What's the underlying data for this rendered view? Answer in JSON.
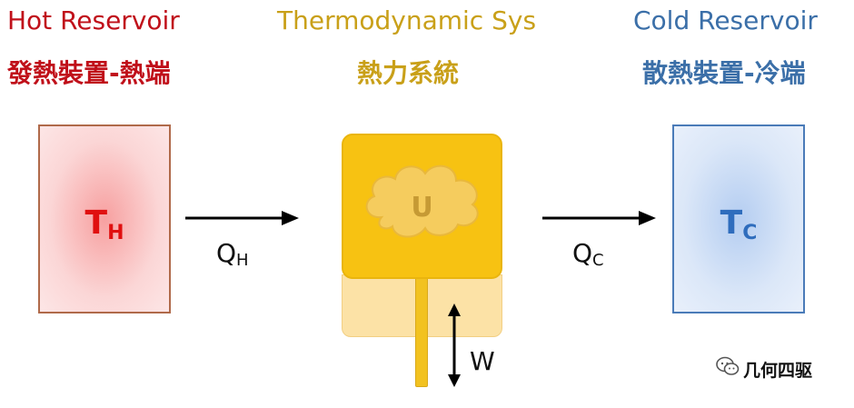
{
  "hot": {
    "title_en": "Hot Reservoir",
    "title_zh": "發熱裝置-熱端",
    "symbol": "T",
    "subscript": "H"
  },
  "system": {
    "title_en": "Thermodynamic Sys",
    "title_zh": "熱力系統",
    "energy": "U"
  },
  "cold": {
    "title_en": "Cold Reservoir",
    "title_zh": "散熱裝置-冷端",
    "symbol": "T",
    "subscript": "C"
  },
  "flows": {
    "heat_in": {
      "symbol": "Q",
      "subscript": "H"
    },
    "heat_out": {
      "symbol": "Q",
      "subscript": "C"
    },
    "work": "W"
  },
  "watermark": {
    "text": "几何四驱",
    "icon": "wechat-icon"
  },
  "colors": {
    "hot": "#c0101a",
    "system": "#c9a019",
    "cold": "#3b6fa8"
  }
}
